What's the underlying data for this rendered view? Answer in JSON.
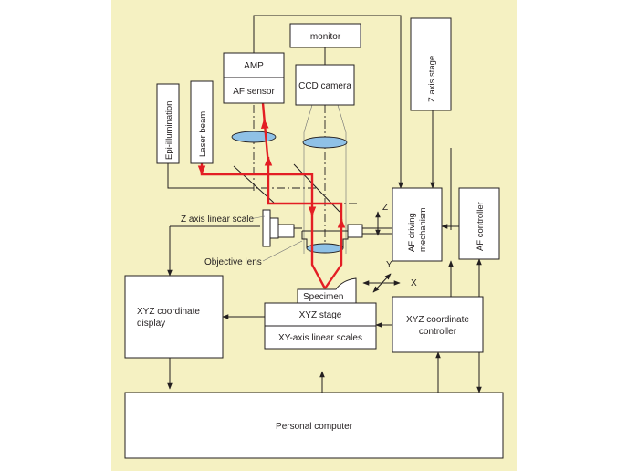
{
  "colors": {
    "panel": "#f5f1c2",
    "beam": "#e31e24",
    "lens": "#8fc1e6",
    "line": "#231f20"
  },
  "labels": {
    "monitor": "monitor",
    "amp": "AMP",
    "af_sensor": "AF sensor",
    "ccd_camera": "CCD camera",
    "epi_illumination": "Epi-illumination",
    "laser_beam": "Laser beam",
    "z_axis_stage": "Z axis stage",
    "z_axis_linear_scale": "Z axis linear scale",
    "objective_lens": "Objective lens",
    "specimen": "Specimen",
    "xyz_stage": "XYZ stage",
    "xy_axis_linear_scales": "XY-axis linear scales",
    "xyz_coordinate_display_line1": "XYZ coordinate",
    "xyz_coordinate_display_line2": "display",
    "xyz_coordinate_controller_line1": "XYZ coordinate",
    "xyz_coordinate_controller_line2": "controller",
    "af_driving_line1": "AF driving",
    "af_driving_line2": "mechanism",
    "af_controller": "AF controller",
    "personal_computer": "Personal computer",
    "axis_z": "Z",
    "axis_x": "X",
    "axis_y": "Y"
  }
}
